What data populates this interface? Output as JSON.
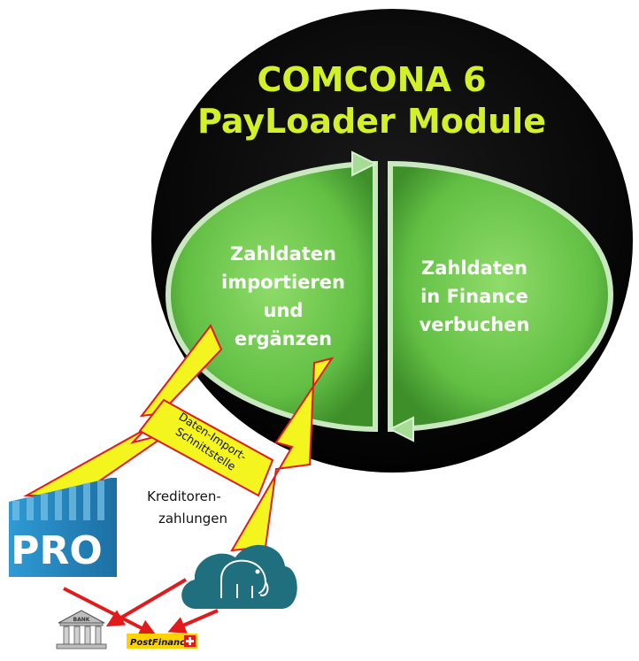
{
  "title": {
    "line1": "COMCONA 6",
    "line2": "PayLoader Module"
  },
  "left_lobe": {
    "lines": [
      "Zahldaten",
      "importieren",
      "und",
      "ergänzen"
    ]
  },
  "right_lobe": {
    "lines": [
      "Zahldaten",
      "in Finance",
      "verbuchen"
    ]
  },
  "interface_band": {
    "lines": [
      "Daten-Import-",
      "Schnittstelle"
    ]
  },
  "payments_label": {
    "lines": [
      "Kreditoren-",
      "zahlungen"
    ]
  },
  "pro_logo": {
    "label": "PRO"
  },
  "bank_icon": {
    "label": "BANK"
  },
  "postfinance_logo": {
    "label": "PostFinance"
  },
  "colors": {
    "title": "#d4f028",
    "lobe_fill": "#6cc64a",
    "lightning_fill": "#f4f41e",
    "lightning_stroke": "#e11b1b",
    "arrow": "#e11b1b",
    "pro_blue": "#2a8bc4",
    "cloud_teal": "#1f6f7f",
    "black_ellipse": "#000000"
  }
}
